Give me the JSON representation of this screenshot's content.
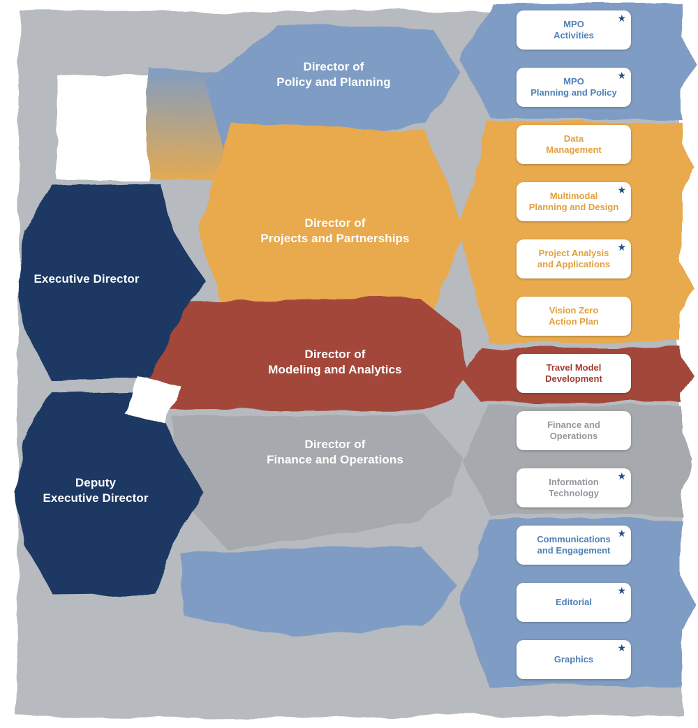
{
  "left_column": {
    "executive": {
      "label": "Executive Director"
    },
    "deputy": {
      "line1": "Deputy",
      "line2": "Executive Director"
    }
  },
  "directors": [
    {
      "line1": "Director of",
      "line2": "Policy and Planning"
    },
    {
      "line1": "Director of",
      "line2": "Projects and Partnerships"
    },
    {
      "line1": "Director of",
      "line2": "Modeling and Analytics"
    },
    {
      "line1": "Director of",
      "line2": "Finance and Operations"
    }
  ],
  "units": [
    {
      "line1": "MPO",
      "line2": "Activities",
      "star": "★"
    },
    {
      "line1": "MPO",
      "line2": "Planning and Policy",
      "star": "★"
    },
    {
      "line1": "Data",
      "line2": "Management",
      "star": ""
    },
    {
      "line1": "Multimodal",
      "line2": "Planning and Design",
      "star": "★"
    },
    {
      "line1": "Project Analysis",
      "line2": "and Applications",
      "star": "★"
    },
    {
      "line1": "Vision Zero",
      "line2": "Action Plan",
      "star": ""
    },
    {
      "line1": "Travel Model",
      "line2": "Development",
      "star": ""
    },
    {
      "line1": "Finance and",
      "line2": "Operations",
      "star": ""
    },
    {
      "line1": "Information",
      "line2": "Technology",
      "star": "★"
    },
    {
      "line1": "Communications",
      "line2": "and Engagement",
      "star": "★"
    },
    {
      "line1": "Editorial",
      "line2": "",
      "star": "★"
    },
    {
      "line1": "Graphics",
      "line2": "",
      "star": "★"
    }
  ],
  "colors": {
    "background": "#b7babe",
    "navy": "#1a3863",
    "blue": "#7f9dc4",
    "orange": "#e8aa4d",
    "red": "#a4463a",
    "gray": "#a6a9ad",
    "star": "#274a85",
    "box_text_blue": "#4f80b7",
    "box_text_orange": "#e3a03c",
    "box_text_red": "#a03d31",
    "box_text_gray": "#95989c",
    "label_text": "#ffffff"
  }
}
